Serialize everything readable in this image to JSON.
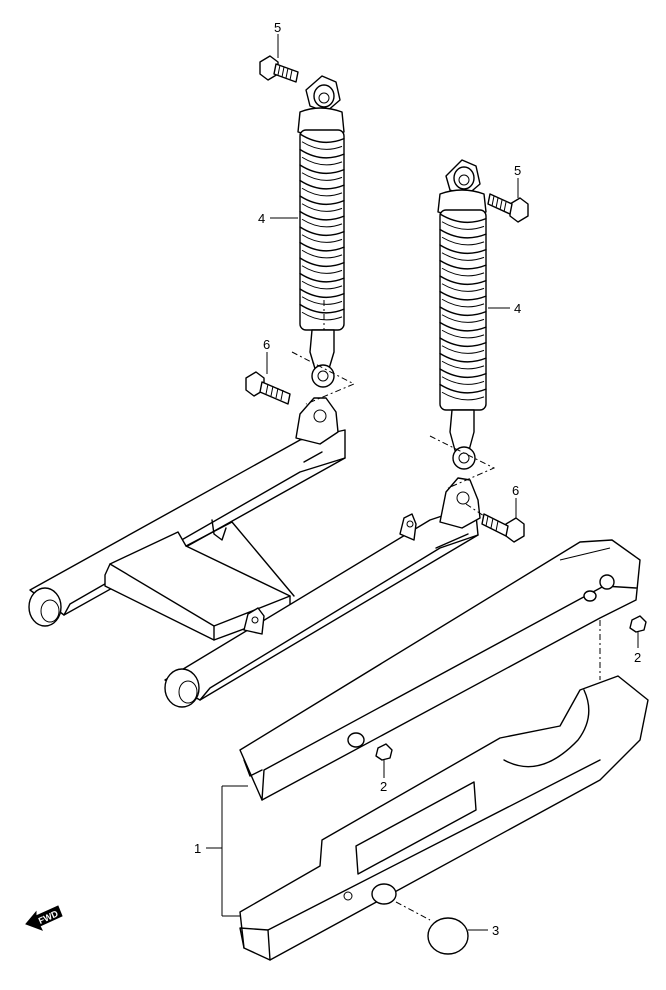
{
  "callouts": {
    "c1": "1",
    "c2a": "2",
    "c2b": "2",
    "c3": "3",
    "c4a": "4",
    "c4b": "4",
    "c5a": "5",
    "c5b": "5",
    "c6a": "6",
    "c6b": "6"
  },
  "fwd_label": "FWD"
}
